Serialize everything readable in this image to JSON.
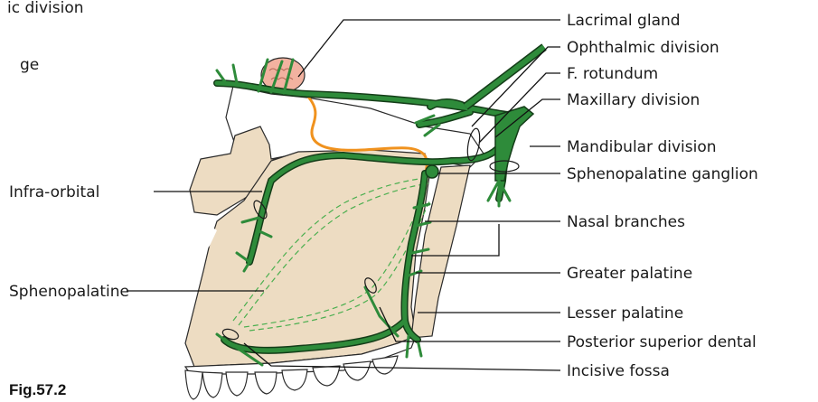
{
  "figure_label": "Fig.57.2",
  "partial_labels": {
    "top_left": "ic division",
    "second_left": "ge"
  },
  "labels_left": {
    "infra_orbital": "Infra-orbital",
    "sphenopalatine": "Sphenopalatine"
  },
  "labels_right": {
    "lacrimal_gland": "Lacrimal gland",
    "ophthalmic_division": "Ophthalmic division",
    "f_rotundum": "F. rotundum",
    "maxillary_division": "Maxillary division",
    "mandibular_division": "Mandibular division",
    "sphenopalatine_ganglion": "Sphenopalatine ganglion",
    "nasal_branches": "Nasal branches",
    "greater_palatine": "Greater palatine",
    "lesser_palatine": "Lesser palatine",
    "posterior_superior_dental": "Posterior superior dental",
    "incisive_fossa": "Incisive fossa"
  },
  "colors": {
    "nerve": "#2e8b3a",
    "nerve_outline": "#143d18",
    "bone": "#eddcc2",
    "communicating_branch": "#f0921e",
    "lacrimal_gland": "#f2b2a0"
  }
}
